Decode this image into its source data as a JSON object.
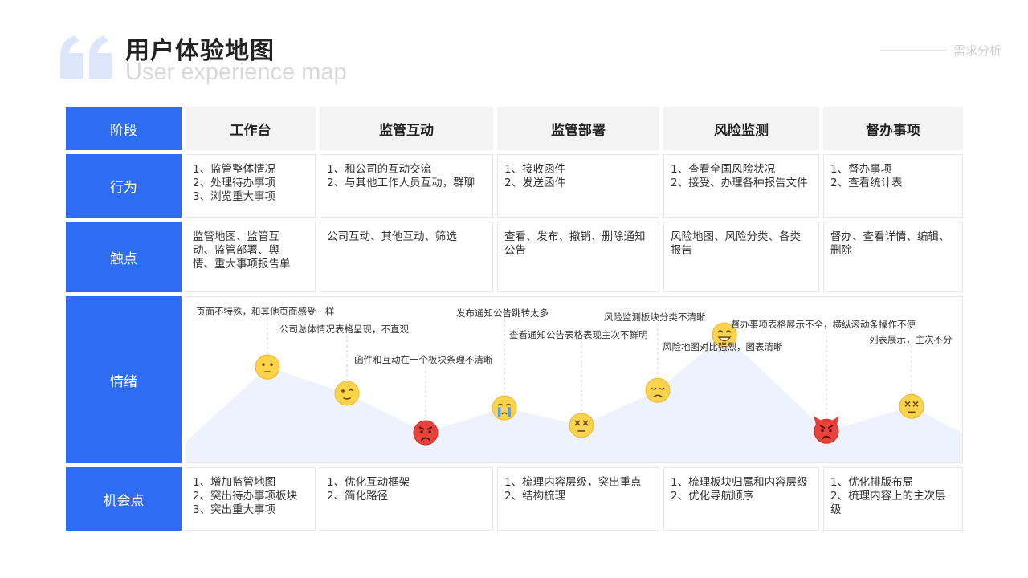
{
  "header": {
    "title_cn": "用户体验地图",
    "title_en": "User experience map",
    "tag": "需求分析"
  },
  "colors": {
    "accent": "#2f6cf4",
    "quote": "#dde6fb",
    "curve_fill": "#eef2fd",
    "header_bg": "#f3f3f3"
  },
  "table": {
    "corner_label": "阶段",
    "stages": [
      "工作台",
      "监管互动",
      "监管部署",
      "风险监测",
      "督办事项"
    ],
    "rows": [
      {
        "label": "行为",
        "cells": [
          "1、监管整体情况\n2、处理待办事项\n3、浏览重大事项",
          "1、和公司的互动交流\n2、与其他工作人员互动，群聊",
          "1、接收函件\n2、发送函件",
          "1、查看全国风险状况\n2、接受、办理各种报告文件",
          "1、督办事项\n2、查看统计表"
        ]
      },
      {
        "label": "触点",
        "cells": [
          "监管地图、监管互\n动、监管部署、舆\n情、重大事项报告单",
          "公司互动、其他互动、筛选",
          "查看、发布、撤销、删除通知\n公告",
          "风险地图、风险分类、各类\n报告",
          "督办、查看详情、编辑、\n删除"
        ]
      },
      {
        "label": "情绪"
      },
      {
        "label": "机会点",
        "cells": [
          "1、增加监管地图\n2、突出待办事项板块\n3、突出重大事项",
          "1、优化互动框架\n2、简化路径",
          "1、梳理内容层级，突出重点\n2、结构梳理",
          "1、梳理板块归属和内容层级\n2、优化导航顺序",
          "1、优化排版布局\n2、梳理内容上的主次层\n级"
        ]
      }
    ]
  },
  "emotion": {
    "level_scale": "0 (worst) to 1 (best)",
    "points": [
      {
        "face": "neutral",
        "level": 0.62,
        "note": "页面不特殊，和其他页面感受一样"
      },
      {
        "face": "wink",
        "level": 0.44,
        "note": "公司总体情况表格呈现，不直观"
      },
      {
        "face": "angry",
        "level": 0.17,
        "note": "函件和互动在一个板块条理不清晰"
      },
      {
        "face": "crying",
        "level": 0.34,
        "note": "发布通知公告跳转太多"
      },
      {
        "face": "dizzy",
        "level": 0.22,
        "note": "查看通知公告表格表现主次不鲜明"
      },
      {
        "face": "sad",
        "level": 0.46,
        "note": "风险监测板块分类不清晰"
      },
      {
        "face": "happy",
        "level": 0.84,
        "note": "风险地图对比强烈，图表清晰"
      },
      {
        "face": "devil",
        "level": 0.18,
        "note": "督办事项表格展示不全，横纵滚动条操作不便"
      },
      {
        "face": "dizzy",
        "level": 0.35,
        "note": "列表展示，主次不分"
      }
    ]
  }
}
